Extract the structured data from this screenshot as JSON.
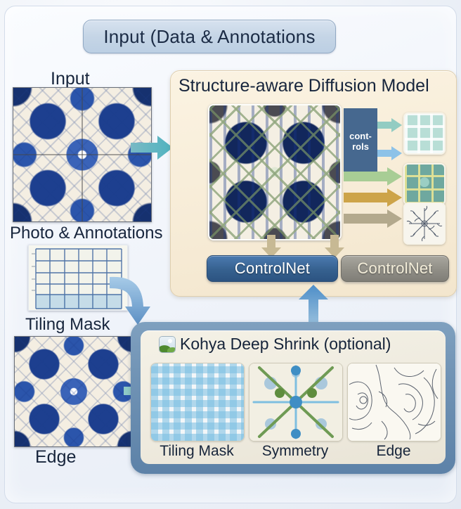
{
  "page": {
    "title": "Input (Data & Annotations",
    "background_color": "#eef2f7"
  },
  "left_column": {
    "input_label": "Input",
    "photo_label": "Photo & Annotations",
    "tiling_mask_label": "Tiling Mask",
    "edge_label": "Edge",
    "input_image_alt": "blue-and-white azulejo tile photo",
    "tiling_mask_image_alt": "grid tiling mask overlay",
    "edge_image_alt": "blue-and-white azulejo edge source tile"
  },
  "diffusion_panel": {
    "title": "Structure-aware Diffusion Model",
    "panel_color": "#f7ecd7",
    "hero_image_alt": "generated structure-aware azulejo tile",
    "controls_label_line1": "cont-",
    "controls_label_line2": "rols",
    "controls_box_color": "#46688f",
    "control_outputs": [
      {
        "name": "mint-grid-thumbnail",
        "color": "#b8ded6"
      },
      {
        "name": "teal-grid-thumbnail",
        "color": "#6fa89f"
      },
      {
        "name": "sketch-symmetry-thumbnail",
        "color": "#f7f5ee"
      }
    ],
    "control_arrow_colors": [
      "#7fc0b8",
      "#7fb8e0",
      "#a9cd96",
      "#cfa348",
      "#b5ab8e"
    ],
    "controlnet_primary": "ControlNet",
    "controlnet_secondary": "ControlNet",
    "controlnet_primary_color": "#36618f",
    "controlnet_secondary_color": "#908e86"
  },
  "kohya_panel": {
    "title": "Kohya Deep Shrink (optional)",
    "icon": "image-thumbnail-icon",
    "border_color": "#6f92b4",
    "thumbnails": [
      {
        "label": "Tiling Mask",
        "name": "tiling-mask-thumbnail"
      },
      {
        "label": "Symmetry",
        "name": "symmetry-thumbnail"
      },
      {
        "label": "Edge",
        "name": "edge-thumbnail"
      }
    ]
  },
  "arrows": {
    "input_to_model": {
      "name": "teal-right-arrow",
      "color": "#63b3bd"
    },
    "mask_to_kohya": {
      "name": "blue-curved-down-arrow",
      "color": "#7fb3dd"
    },
    "edge_to_kohya": {
      "name": "teal-right-arrow-small",
      "color": "#7fc6bf"
    },
    "kohya_to_controlnet": {
      "name": "blue-up-arrow",
      "color": "#5b93c9"
    },
    "model_to_controlnet_left": {
      "name": "tan-down-arrow",
      "color": "#c9bb93"
    },
    "model_to_controlnet_right": {
      "name": "tan-down-arrow",
      "color": "#c9bb93"
    }
  }
}
